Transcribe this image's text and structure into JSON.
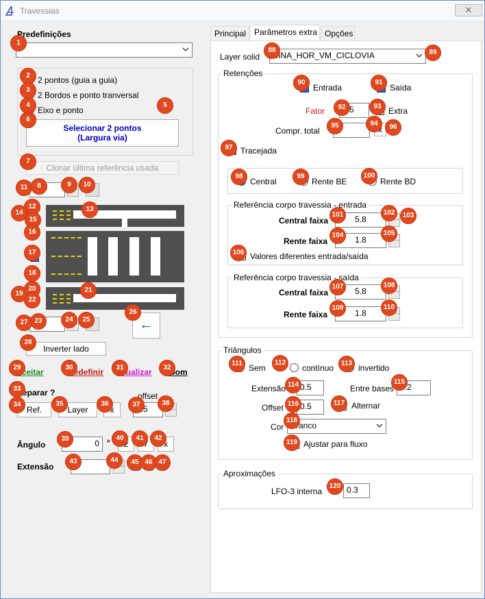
{
  "window": {
    "title": "Travessias",
    "close_glyph": "✕"
  },
  "left": {
    "predef_label": "Predefinições",
    "predef_value": "",
    "mode_options": [
      {
        "label": "2 pontos (guia a guia)",
        "selected": true
      },
      {
        "label": "2 Bordos e ponto tranversal",
        "selected": false
      },
      {
        "label": "Eixo e ponto",
        "selected": false
      }
    ],
    "select_button": {
      "line1": "Selecionar 2 pontos",
      "line2": "(Largura via)"
    },
    "clone_button": "Clonar última referência usada",
    "top_spinner_value": "1",
    "top_extra_glyph": "≀",
    "bottom_spinner_value": "1",
    "bottom_extra_glyph": "≀",
    "arrow_button": "←",
    "invert_button": "Inverter lado",
    "links": {
      "accept": "Aceitar",
      "reset": "Redefinir",
      "update": "Atualizar",
      "zoom": "Zoom"
    },
    "separar_label": "Separar ?",
    "ref_button": "Ref.",
    "layer_button": "Layer",
    "x_button": "x",
    "offset_label": "offset",
    "offset_value": "0.5",
    "angle_label": "Ângulo",
    "angle_value": "0",
    "degree_sign": "°",
    "angle_btn1": "2",
    "angle_btn2": "7",
    "angle_btn3": "x",
    "extensao_label": "Extensão",
    "extensao_value": ""
  },
  "tabs": [
    {
      "label": "Principal",
      "active": false
    },
    {
      "label": "Parâmetros extra",
      "active": true
    },
    {
      "label": "Opções",
      "active": false
    }
  ],
  "right": {
    "layer_label": "Layer solid",
    "layer_value": "SINA_HOR_VM_CICLOVIA",
    "retencoes": {
      "legend": "Retenções",
      "entrada": "Entrada",
      "saida": "Saída",
      "fator_label": "Fator",
      "fator_value": "0.5",
      "extra_label": "Extra",
      "compr_label": "Compr. total",
      "compr_value": "",
      "x_btn": "x",
      "tracejada": "Tracejada",
      "alinh": {
        "central": "Central",
        "rente_be": "Rente BE",
        "rente_bd": "Rente BD"
      },
      "entrada_group": {
        "legend": "Referência corpo travessia - entrada",
        "central_label": "Central faixa",
        "central_value": "5.8",
        "rente_label": "Rente faixa",
        "rente_value": "1.8"
      },
      "diff_label": "Valores diferentes entrada/saída",
      "saida_group": {
        "legend": "Referência corpo travessia - saída",
        "central_label": "Central faixa",
        "central_value": "5.8",
        "rente_label": "Rente faixa",
        "rente_value": "1.8"
      }
    },
    "triangulos": {
      "legend": "Triângulos",
      "sem": "Sem",
      "continuo": "contínuo",
      "invertido": "invertido",
      "extensao_label": "Extensão",
      "extensao_value": "0.5",
      "entre_label": "Entre bases",
      "entre_value": "0.2",
      "offset_label": "Offset",
      "offset_value": "0.5",
      "alternar": "Alternar",
      "cor_label": "Cor",
      "cor_value": "Branco",
      "ajustar": "Ajustar para fluxo"
    },
    "aproximacoes": {
      "legend": "Aproximações",
      "lfo_label": "LFO-3 interna",
      "lfo_value": "0.3"
    }
  },
  "markers": [
    "1",
    "2",
    "3",
    "4",
    "5",
    "6",
    "7",
    "8",
    "9",
    "10",
    "11",
    "12",
    "13",
    "14",
    "15",
    "16",
    "17",
    "18",
    "19",
    "20",
    "21",
    "22",
    "23",
    "24",
    "25",
    "26",
    "27",
    "28",
    "29",
    "30",
    "31",
    "32",
    "33",
    "34",
    "35",
    "36",
    "37",
    "38",
    "39",
    "40",
    "41",
    "42",
    "43",
    "44",
    "45",
    "46",
    "47",
    "88",
    "89",
    "90",
    "91",
    "92",
    "93",
    "94",
    "95",
    "96",
    "97",
    "98",
    "99",
    "100",
    "101",
    "102",
    "103",
    "104",
    "105",
    "106",
    "107",
    "108",
    "109",
    "110",
    "111",
    "112",
    "113",
    "114",
    "115",
    "116",
    "117",
    "118",
    "119",
    "120"
  ],
  "colors": {
    "accent_link_accept": "#1c8a1c",
    "accent_link_reset": "#c01818",
    "accent_link_update": "#d01ad0",
    "select_text": "#0000c8",
    "fator_color": "#d01818",
    "marker": "#e0491f"
  }
}
